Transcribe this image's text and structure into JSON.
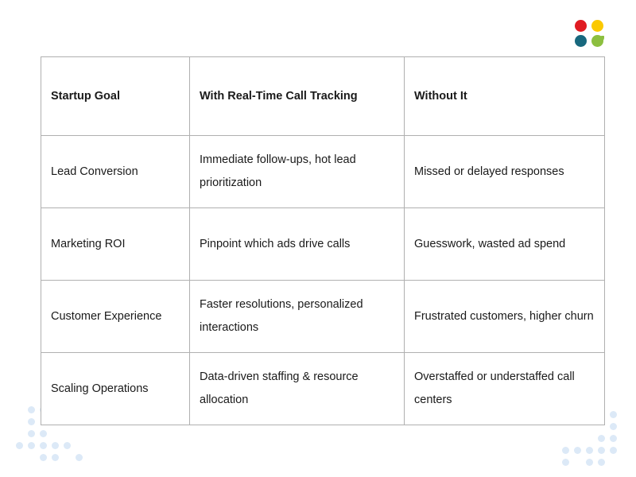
{
  "slide": {
    "background_color": "#ffffff"
  },
  "logo": {
    "name": "four-dot-logo",
    "dots": [
      {
        "name": "logo-dot-red",
        "color": "#e01b22"
      },
      {
        "name": "logo-dot-yellow",
        "color": "#fbc900"
      },
      {
        "name": "logo-dot-teal",
        "color": "#18687e"
      },
      {
        "name": "logo-dot-green",
        "color": "#8cbf3f"
      }
    ]
  },
  "decor": {
    "dot_color": "#dce9f7",
    "left_rows": [
      [
        0,
        1,
        1,
        0,
        0
      ],
      [
        0,
        1,
        0,
        0,
        0
      ],
      [
        0,
        1,
        1,
        0,
        0
      ],
      [
        1,
        1,
        1,
        1,
        1
      ],
      [
        0,
        0,
        1,
        1,
        0,
        1
      ]
    ],
    "right_rows": [
      [
        0,
        0,
        0,
        1,
        1
      ],
      [
        0,
        0,
        0,
        0,
        1
      ],
      [
        0,
        0,
        0,
        1,
        1
      ],
      [
        1,
        1,
        1,
        1,
        1
      ],
      [
        1,
        0,
        1,
        1,
        0
      ]
    ]
  },
  "table": {
    "name": "startup-goal-comparison-table",
    "headers": [
      "Startup Goal",
      "With Real-Time Call Tracking",
      "Without It"
    ],
    "rows": [
      {
        "goal": "Lead Conversion",
        "with_tracking": "Immediate follow-ups, hot lead prioritization",
        "without": "Missed or delayed responses"
      },
      {
        "goal": "Marketing ROI",
        "with_tracking": "Pinpoint which ads drive calls",
        "without": "Guesswork, wasted ad spend"
      },
      {
        "goal": "Customer Experience",
        "with_tracking": "Faster resolutions, personalized interactions",
        "without": "Frustrated customers, higher churn"
      },
      {
        "goal": "Scaling Operations",
        "with_tracking": "Data-driven staffing & resource allocation",
        "without": "Overstaffed or understaffed call centers"
      }
    ]
  }
}
